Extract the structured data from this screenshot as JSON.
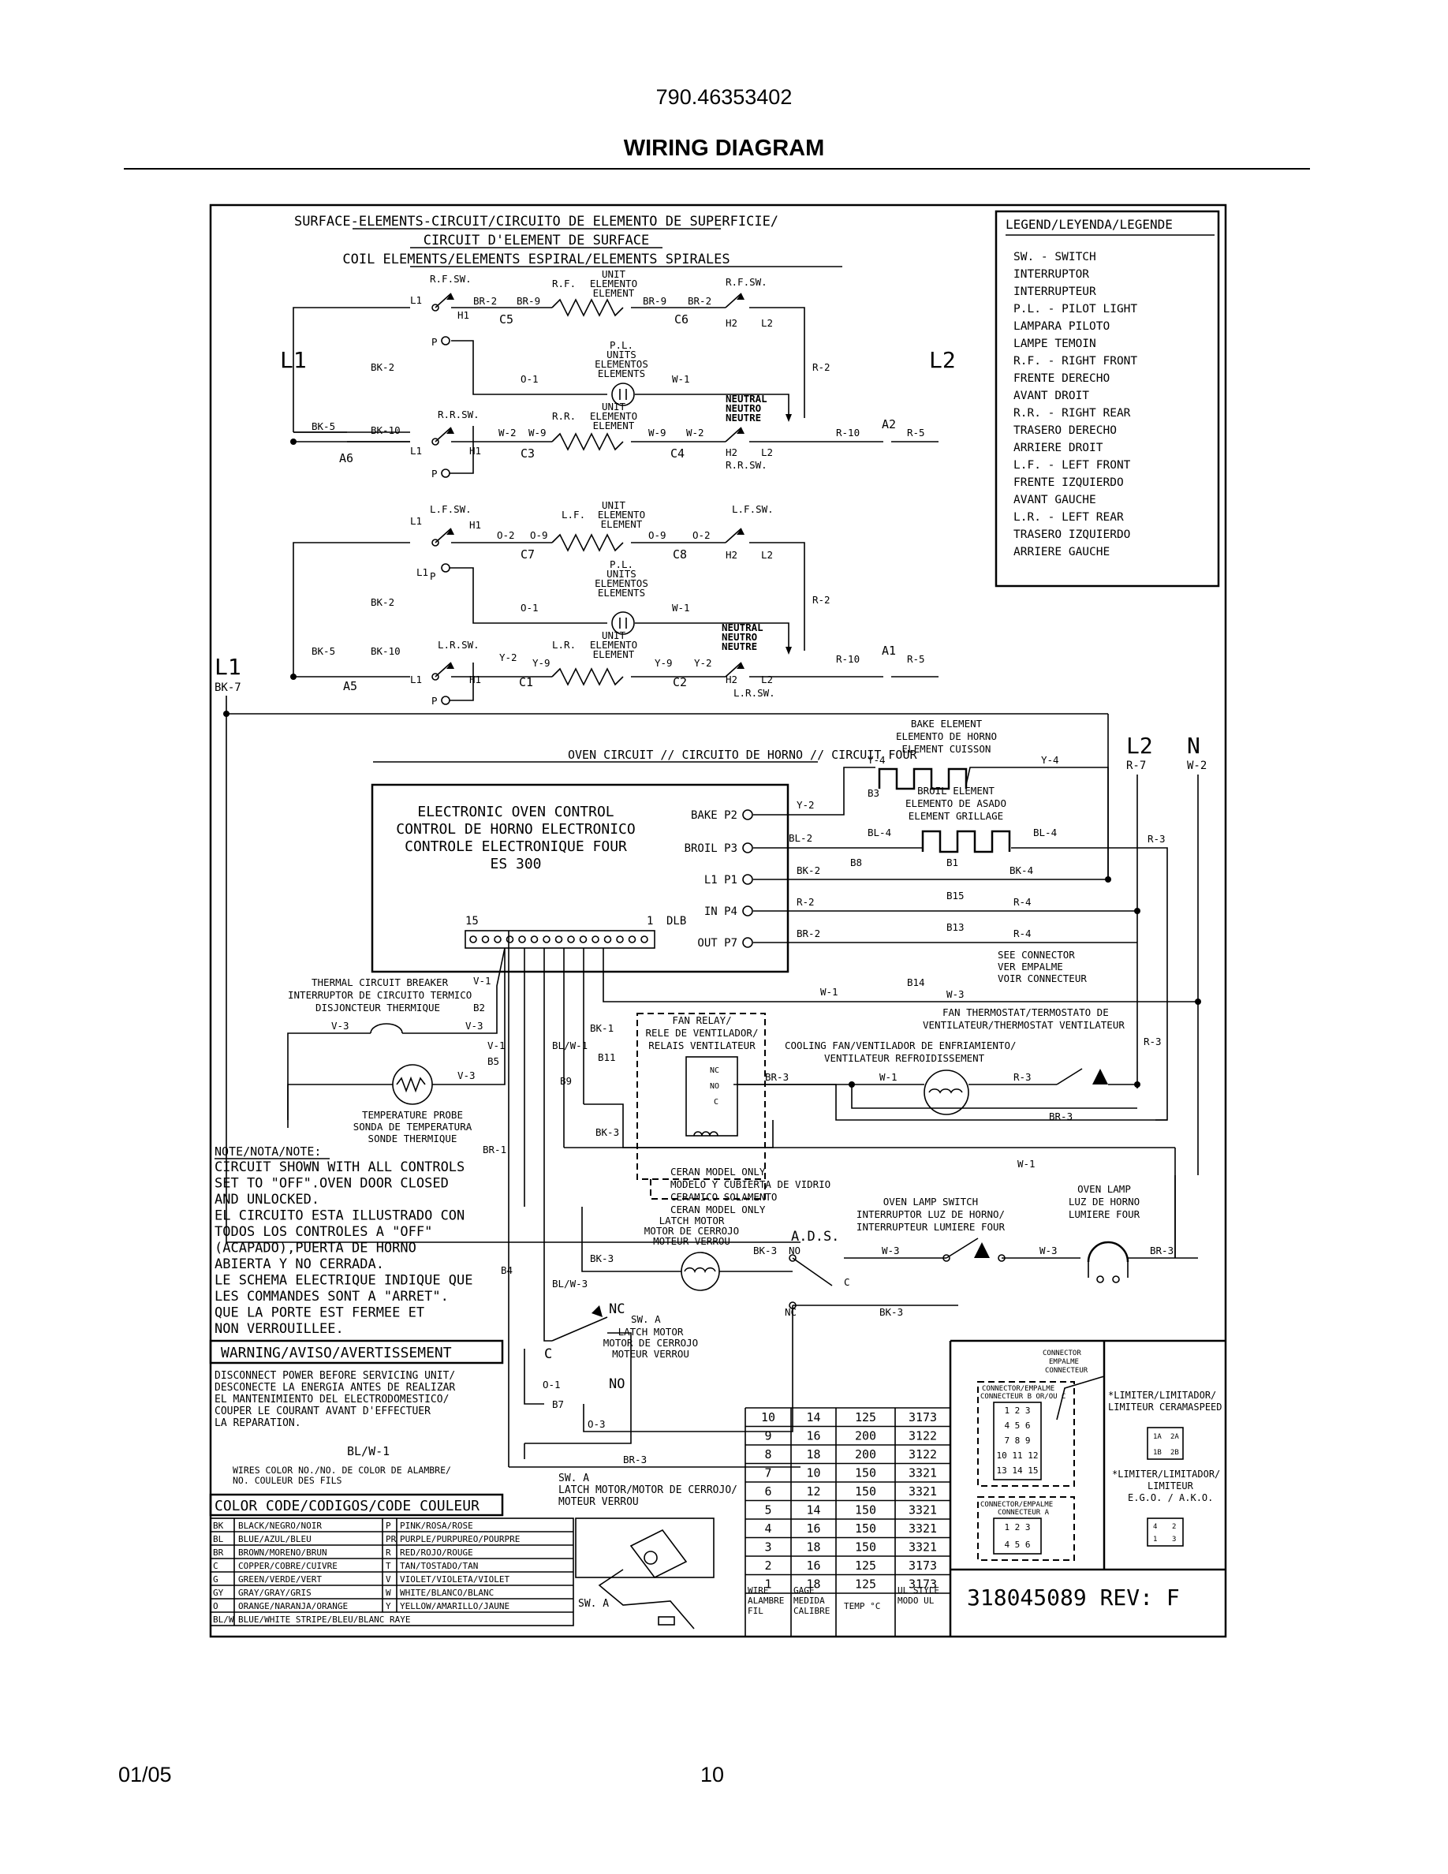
{
  "header": {
    "model": "790.46353402",
    "title": "WIRING DIAGRAM"
  },
  "footer": {
    "date": "01/05",
    "page": "10"
  },
  "surface": {
    "title1": "SURFACE-ELEMENTS-CIRCUIT/CIRCUITO DE ELEMENTO DE SUPERFICIE/",
    "title2": "CIRCUIT D'ELEMENT DE SURFACE",
    "title3": "COIL ELEMENTS/ELEMENTS ESPIRAL/ELEMENTS SPIRALES",
    "L1": "L1",
    "L2": "L2",
    "rf_sw": "R.F.SW.",
    "rr_sw": "R.R.SW.",
    "lf_sw": "L.F.SW.",
    "lr_sw": "L.R.SW.",
    "unit": "UNIT",
    "elemento": "ELEMENTO",
    "element": "ELEMENT",
    "rf": "R.F.",
    "rr": "R.R.",
    "lf": "L.F.",
    "lr": "L.R.",
    "pl": "P.L.",
    "units": "UNITS",
    "elementos": "ELEMENTOS",
    "elements": "ELEMENTS",
    "neutral": "NEUTRAL",
    "neutro": "NEUTRO",
    "neutre": "NEUTRE",
    "BR2": "BR-2",
    "BR9": "BR-9",
    "W2": "W-2",
    "W9": "W-9",
    "O2": "O-2",
    "O9": "O-9",
    "Y2": "Y-2",
    "Y9": "Y-9",
    "BK2": "BK-2",
    "BK5": "BK-5",
    "BK10": "BK-10",
    "O1": "O-1",
    "W1": "W-1",
    "R2": "R-2",
    "R10": "R-10",
    "R5": "R-5",
    "C1": "C1",
    "C2": "C2",
    "C3": "C3",
    "C4": "C4",
    "C5": "C5",
    "C6": "C6",
    "C7": "C7",
    "C8": "C8",
    "A1": "A1",
    "A2": "A2",
    "A5": "A5",
    "A6": "A6",
    "L1s": "L1",
    "L2s": "L2",
    "H1": "H1",
    "H2": "H2",
    "P": "P"
  },
  "legend": {
    "title": "LEGEND/LEYENDA/LEGENDE",
    "lines": [
      "SW.  - SWITCH",
      "        INTERRUPTOR",
      "        INTERRUPTEUR",
      "P.L. - PILOT LIGHT",
      "        LAMPARA PILOTO",
      "        LAMPE TEMOIN",
      "R.F. - RIGHT FRONT",
      "        FRENTE DERECHO",
      "        AVANT DROIT",
      "R.R. - RIGHT REAR",
      "        TRASERO DERECHO",
      "        ARRIERE DROIT",
      "L.F. - LEFT FRONT",
      "        FRENTE IZQUIERDO",
      "        AVANT GAUCHE",
      "L.R. - LEFT REAR",
      "        TRASERO IZQUIERDO",
      "        ARRIERE GAUCHE"
    ]
  },
  "oven": {
    "L1": "L1",
    "BK7": "BK-7",
    "L2": "L2",
    "N": "N",
    "R7": "R-7",
    "W2": "W-2",
    "title": "OVEN CIRCUIT // CIRCUITO DE HORNO // CIRCUIT FOUR",
    "bake": [
      "BAKE ELEMENT",
      "ELEMENTO DE HORNO",
      "ELEMENT CUISSON"
    ],
    "broil": [
      "BROIL ELEMENT",
      "ELEMENTO DE ASADO",
      "ELEMENT GRILLAGE"
    ],
    "control": [
      "ELECTRONIC OVEN CONTROL",
      "CONTROL DE HORNO ELECTRONICO",
      "CONTROLE ELECTRONIQUE FOUR",
      "ES 300"
    ],
    "pins": [
      "BAKE P2",
      "BROIL P3",
      "L1 P1",
      "IN P4",
      "OUT P7"
    ],
    "dlb15": "15",
    "dlb1": "1",
    "dlb": "DLB",
    "Y4a": "Y-4",
    "Y4b": "Y-4",
    "Y2": "Y-2",
    "B3": "B3",
    "BL2": "BL-2",
    "BL4a": "BL-4",
    "BL4b": "BL-4",
    "R3a": "R-3",
    "BK2": "BK-2",
    "B8": "B8",
    "B1": "B1",
    "BK4": "BK-4",
    "R2": "R-2",
    "B15": "B15",
    "R4a": "R-4",
    "BR2": "BR-2",
    "B13": "B13",
    "R4b": "R-4",
    "see": [
      "SEE CONNECTOR",
      "VER EMPALME",
      "VOIR CONNECTEUR"
    ],
    "W1a": "W-1",
    "B14": "B14",
    "W3a": "W-3",
    "thermal": [
      "THERMAL CIRCUIT BREAKER",
      "INTERRUPTOR DE CIRCUITO TERMICO",
      "DISJONCTEUR THERMIQUE"
    ],
    "V1a": "V-1",
    "B2": "B2",
    "V3a": "V-3",
    "V3b": "V-3",
    "V1b": "V-1",
    "B5": "B5",
    "V3c": "V-3",
    "probe": [
      "TEMPERATURE PROBE",
      "SONDA DE TEMPERATURA",
      "SONDE THERMIQUE"
    ],
    "BLW1": "BL/W-1",
    "B9": "B9",
    "BK1": "BK-1",
    "B11": "B11",
    "BK3a": "BK-3",
    "fanrelay": [
      "FAN RELAY/",
      "RELE DE VENTILADOR/",
      "RELAIS VENTILATEUR"
    ],
    "NC": "NC",
    "NO": "NO",
    "C": "C",
    "fanthermo": [
      "FAN THERMOSTAT/TERMOSTATO DE",
      "VENTILATEUR/THERMOSTAT VENTILATEUR"
    ],
    "R3b": "R-3",
    "coolfan": [
      "COOLING FAN/VENTILADOR DE ENFRIAMIENTO/",
      "VENTILATEUR REFROIDISSEMENT"
    ],
    "BR3a": "BR-3",
    "W1b": "W-1",
    "R3c": "R-3",
    "BR3b": "BR-3",
    "BR1": "BR-1",
    "W1c": "W-1",
    "ceran": [
      "CERAN MODEL ONLY",
      "MODELO Y CUBIERTA DE VIDRIO",
      "CERAMICO SOLAMENTO",
      "CERAN MODEL ONLY"
    ],
    "latch": [
      "LATCH MOTOR",
      "MOTOR DE CERROJO",
      "MOTEUR VERROU"
    ],
    "ads": "A.D.S.",
    "BK3b": "BK-3",
    "BK3c": "BK-3",
    "NO2": "NO",
    "NC2": "NC",
    "C2": "C",
    "BK3d": "BK-3",
    "lampsw": [
      "OVEN LAMP SWITCH",
      "INTERRUPTOR LUZ DE HORNO/",
      "INTERRUPTEUR LUMIERE FOUR"
    ],
    "W3b": "W-3",
    "W3c": "W-3",
    "lamp": [
      "OVEN LAMP",
      "LUZ DE HORNO",
      "LUMIERE FOUR"
    ],
    "BR3c": "BR-3",
    "B4": "B4",
    "BLW3": "BL/W-3",
    "swa": "SW. A",
    "latch2": [
      "LATCH MOTOR",
      "MOTOR DE CERROJO",
      "MOTEUR VERROU"
    ],
    "NC3": "NC",
    "C3": "C",
    "NO3": "NO",
    "O1": "O-1",
    "B7": "B7",
    "O3": "O-3",
    "BR3d": "BR-3"
  },
  "note": {
    "head": "NOTE/NOTA/NOTE:",
    "lines": [
      "CIRCUIT SHOWN WITH ALL CONTROLS",
      "SET TO \"OFF\".OVEN DOOR CLOSED",
      "AND UNLOCKED.",
      "EL CIRCUITO ESTA ILLUSTRADO CON",
      "TODOS LOS CONTROLES A \"OFF\"",
      "(ACAPADO),PUERTA DE HORNO",
      "ABIERTA Y NO CERRADA.",
      "LE SCHEMA ELECTRIQUE INDIQUE QUE",
      "LES COMMANDES SONT A \"ARRET\".",
      "QUE LA PORTE EST FERMEE ET",
      "NON VERROUILLEE."
    ]
  },
  "warning": {
    "head": "WARNING/AVISO/AVERTISSEMENT",
    "lines": [
      "DISCONNECT POWER BEFORE SERVICING UNIT/",
      "DESCONECTE LA ENERGIA ANTES DE REALIZAR",
      "EL MANTENIMIENTO DEL ELECTRODOMESTICO/",
      "COUPER LE COURANT AVANT D'EFFECTUER",
      "LA REPARATION."
    ],
    "blw": "BL/W-1",
    "wires": [
      "WIRES COLOR NO./NO. DE COLOR DE ALAMBRE/",
      "NO. COULEUR DES FILS"
    ]
  },
  "colorcode": {
    "head": "COLOR CODE/CODIGOS/CODE COULEUR",
    "rows": [
      [
        "BK",
        "BLACK/NEGRO/NOIR",
        "P",
        "PINK/ROSA/ROSE"
      ],
      [
        "BL",
        "BLUE/AZUL/BLEU",
        "PR",
        "PURPLE/PURPUREO/POURPRE"
      ],
      [
        "BR",
        "BROWN/MORENO/BRUN",
        "R",
        "RED/ROJO/ROUGE"
      ],
      [
        "C",
        "COPPER/COBRE/CUIVRE",
        "T",
        "TAN/TOSTADO/TAN"
      ],
      [
        "G",
        "GREEN/VERDE/VERT",
        "V",
        "VIOLET/VIOLETA/VIOLET"
      ],
      [
        "GY",
        "GRAY/GRAY/GRIS",
        "W",
        "WHITE/BLANCO/BLANC"
      ],
      [
        "O",
        "ORANGE/NARANJA/ORANGE",
        "Y",
        "YELLOW/AMARILLO/JAUNE"
      ]
    ],
    "last": [
      "BL/W",
      "BLUE/WHITE STRIPE/BLEU/BLANC RAYE"
    ]
  },
  "swa_block": {
    "lines": [
      "SW. A",
      "LATCH MOTOR/MOTOR DE CERROJO/",
      "MOTEUR VERROU"
    ],
    "swa_label": "SW. A"
  },
  "wiretable": {
    "rows": [
      [
        "10",
        "14",
        "125",
        "3173"
      ],
      [
        "9",
        "16",
        "200",
        "3122"
      ],
      [
        "8",
        "18",
        "200",
        "3122"
      ],
      [
        "7",
        "10",
        "150",
        "3321"
      ],
      [
        "6",
        "12",
        "150",
        "3321"
      ],
      [
        "5",
        "14",
        "150",
        "3321"
      ],
      [
        "4",
        "16",
        "150",
        "3321"
      ],
      [
        "3",
        "18",
        "150",
        "3321"
      ],
      [
        "2",
        "16",
        "125",
        "3173"
      ],
      [
        "1",
        "18",
        "125",
        "3173"
      ]
    ],
    "h1": [
      "WIRE",
      "ALAMBRE",
      "FIL"
    ],
    "h2": [
      "GAGE",
      "MEDIDA",
      "CALIBRE"
    ],
    "h3": [
      "TEMP °C"
    ],
    "h4": [
      "UL STYLE",
      "MODO UL"
    ]
  },
  "connectors": {
    "top": [
      "CONNECTOR",
      "EMPALME",
      "CONNECTEUR"
    ],
    "b": [
      "CONNECTOR/EMPALME",
      "CONNECTEUR B OR/OU C"
    ],
    "a": [
      "CONNECTOR/EMPALME",
      "CONNECTEUR A"
    ],
    "bnums": [
      "1 2 3",
      "4 5 6",
      "7 8 9",
      "10 11 12",
      "13 14 15"
    ],
    "anums": [
      "1 2 3",
      "4 5 6"
    ],
    "lim1": [
      "*LIMITER/LIMITADOR/",
      "LIMITEUR CERAMASPEED"
    ],
    "lim2": [
      "*LIMITER/LIMITADOR/",
      "LIMITEUR",
      "E.G.O. / A.K.O."
    ],
    "lim1pins": [
      "1A",
      "2A",
      "1B",
      "2B"
    ],
    "lim2pins": [
      "4",
      "2",
      "1",
      "3"
    ]
  },
  "part": "318045089 REV: F"
}
